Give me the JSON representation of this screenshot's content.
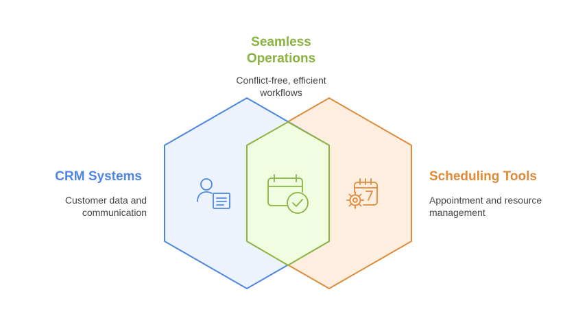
{
  "sections": {
    "top": {
      "title": "Seamless\nOperations",
      "description": "Conflict-free, efficient\nworkflows",
      "color": "#8ab23f",
      "icon": "calendar-check-icon"
    },
    "left": {
      "title": "CRM Systems",
      "description": "Customer data and\ncommunication",
      "color": "#4c86e0",
      "icon": "user-document-icon"
    },
    "right": {
      "title": "Scheduling Tools",
      "description": "Appointment and resource\nmanagement",
      "color": "#df8a38",
      "icon": "calendar-gear-icon"
    }
  },
  "colors": {
    "left_fill": "#edf3fd",
    "right_fill": "#fdeee0",
    "overlap_fill": "#f1fde0",
    "left_stroke": "#4c86e0",
    "right_stroke": "#df8a38",
    "overlap_stroke": "#8ab23f"
  }
}
